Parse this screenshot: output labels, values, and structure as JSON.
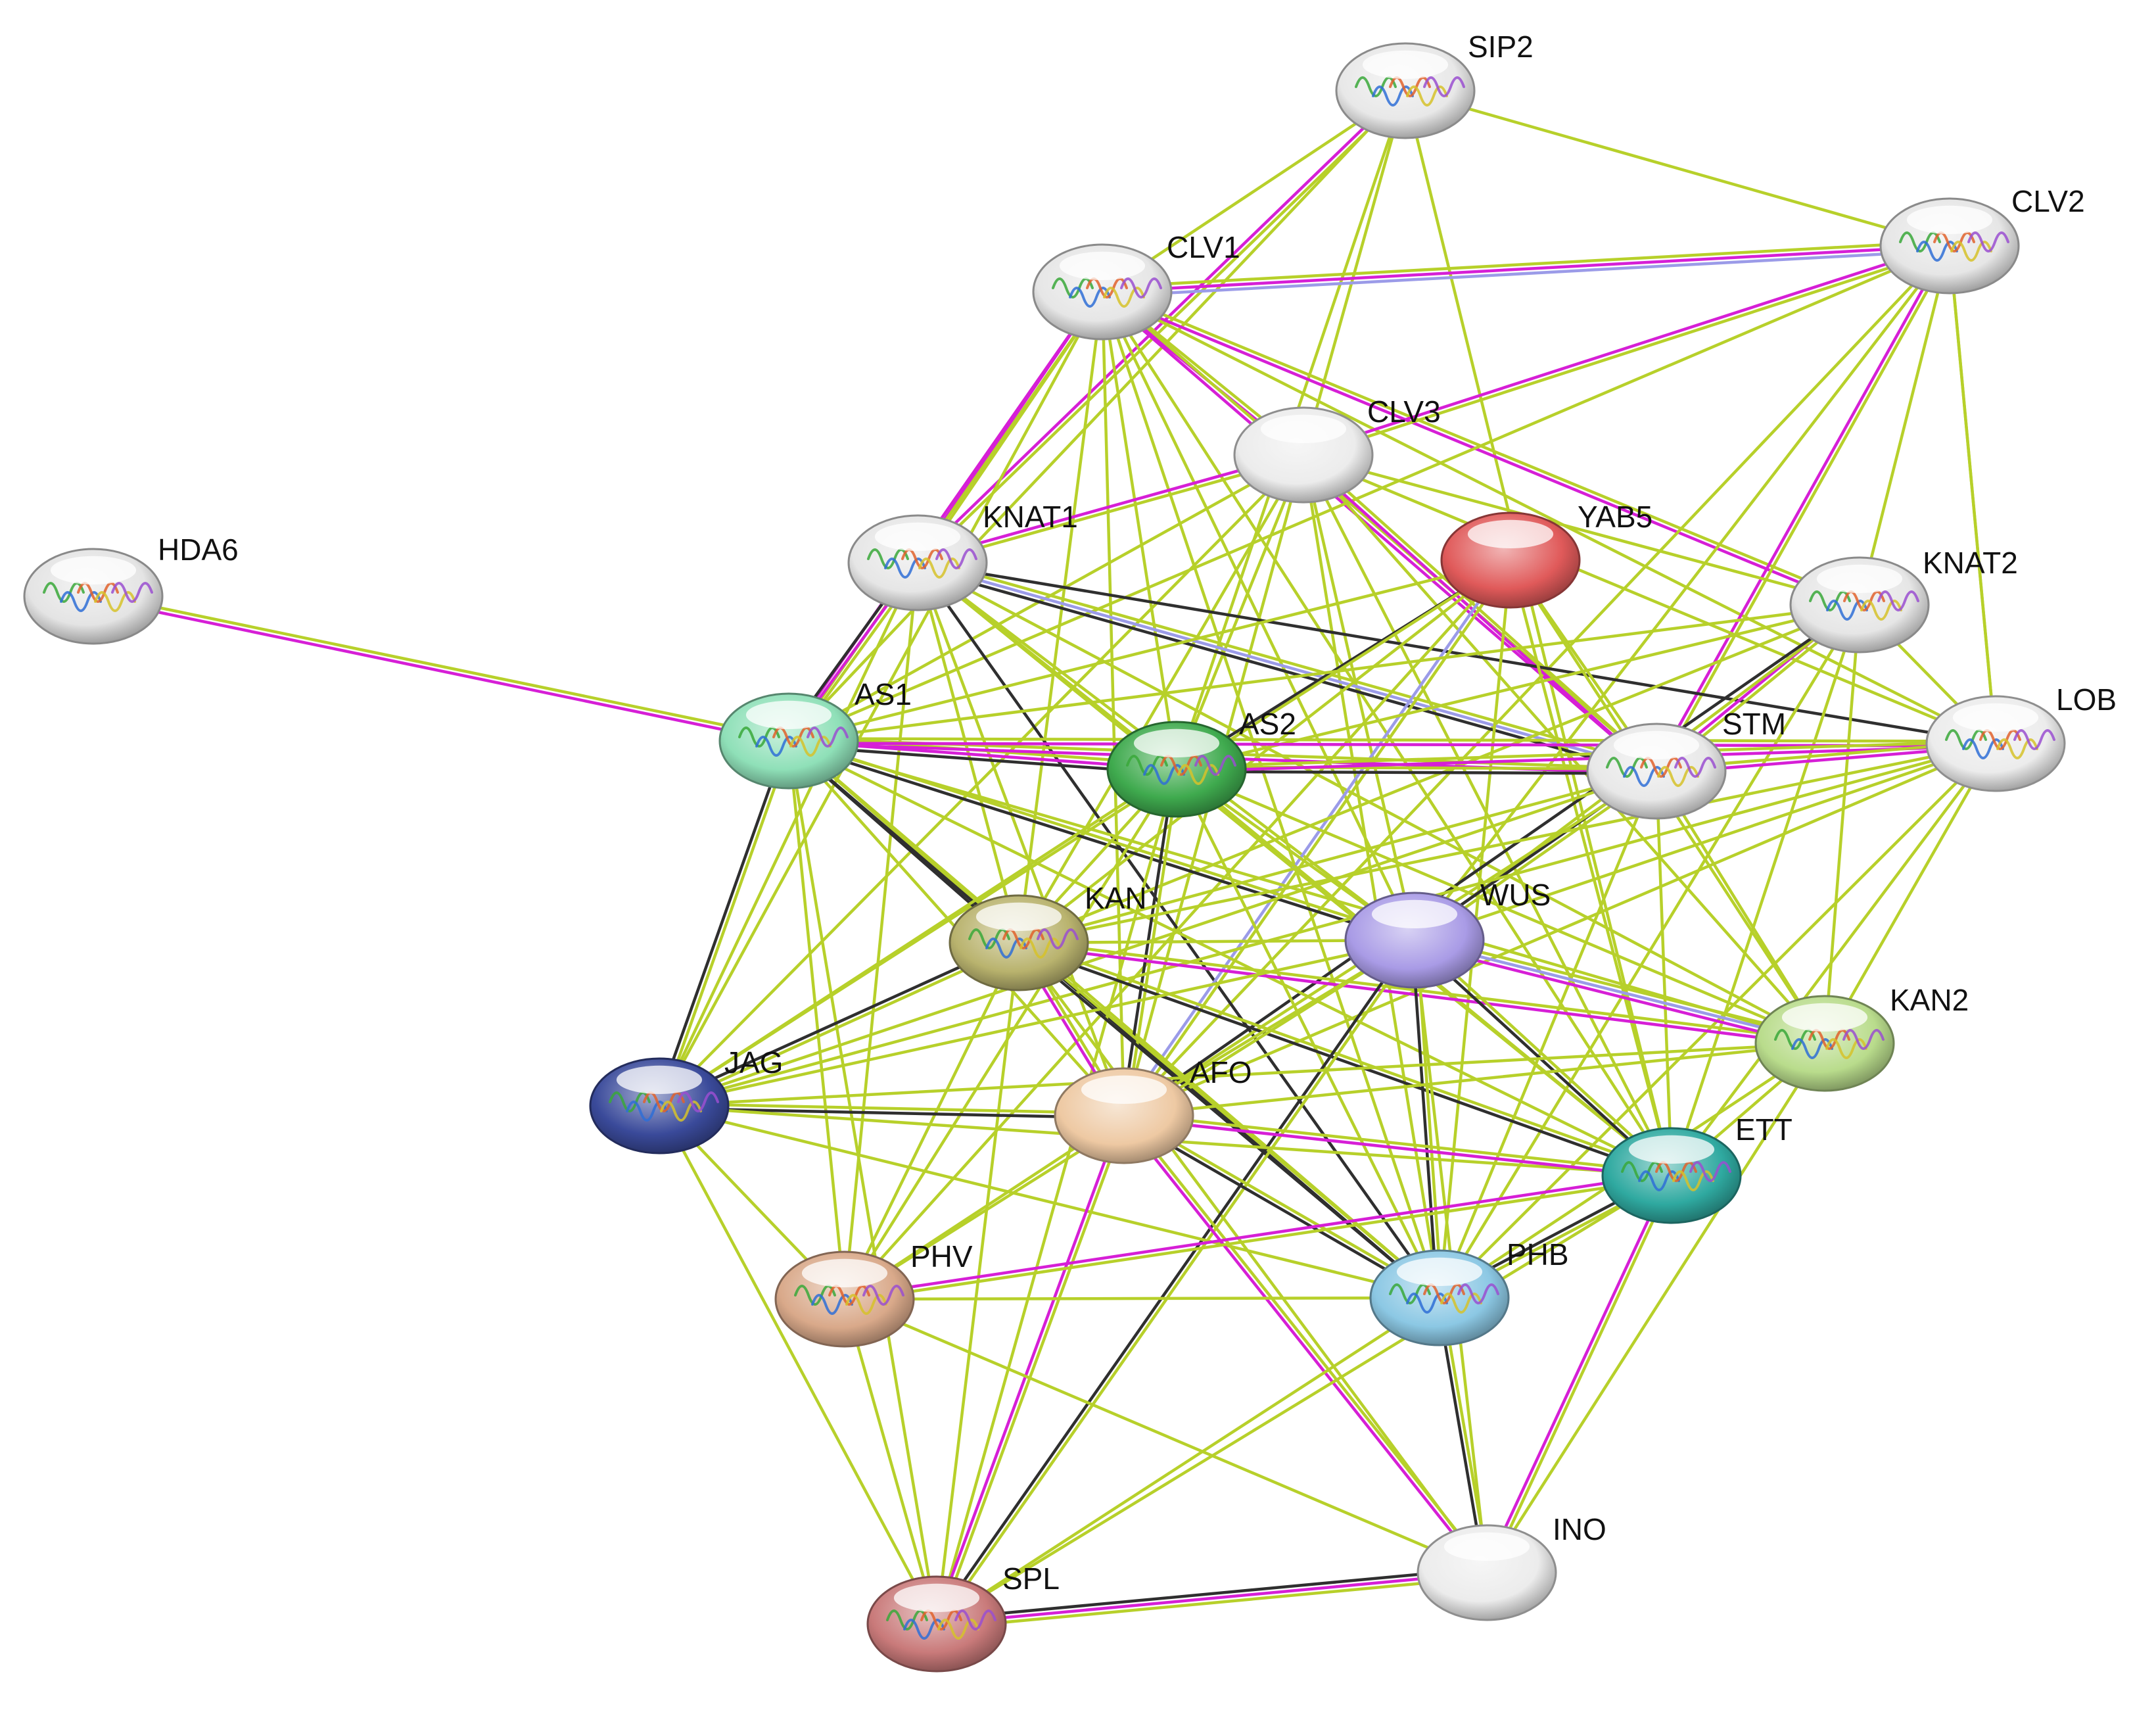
{
  "colors": {
    "textmining": "#b7d02a",
    "coexpression": "#2f2f2f",
    "experimental": "#d61fd6",
    "homology": "#9b9be8"
  },
  "nodes": [
    {
      "id": "SIP2",
      "label": "SIP2",
      "color": "#e8e8e8",
      "icon": "protein-structure-icon"
    },
    {
      "id": "CLV2",
      "label": "CLV2",
      "color": "#e6e6e6",
      "icon": "protein-structure-icon"
    },
    {
      "id": "CLV1",
      "label": "CLV1",
      "color": "#e6e6e6",
      "icon": "protein-structure-icon"
    },
    {
      "id": "CLV3",
      "label": "CLV3",
      "color": "#ececec",
      "icon": "blank-node-icon"
    },
    {
      "id": "YAB5",
      "label": "YAB5",
      "color": "#e05a5a",
      "icon": "blank-node-icon"
    },
    {
      "id": "HDA6",
      "label": "HDA6",
      "color": "#e4e4e4",
      "icon": "protein-structure-icon"
    },
    {
      "id": "KNAT1",
      "label": "KNAT1",
      "color": "#e6e6e6",
      "icon": "protein-structure-icon"
    },
    {
      "id": "KNAT2",
      "label": "KNAT2",
      "color": "#e6e6e6",
      "icon": "protein-structure-icon"
    },
    {
      "id": "AS1",
      "label": "AS1",
      "color": "#8fe0b8",
      "icon": "protein-structure-icon"
    },
    {
      "id": "AS2",
      "label": "AS2",
      "color": "#3faa4e",
      "icon": "protein-structure-icon"
    },
    {
      "id": "STM",
      "label": "STM",
      "color": "#e8e8e8",
      "icon": "protein-structure-icon"
    },
    {
      "id": "LOB",
      "label": "LOB",
      "color": "#ececec",
      "icon": "protein-structure-icon"
    },
    {
      "id": "KAN",
      "label": "KAN",
      "color": "#b9b36e",
      "icon": "protein-structure-icon"
    },
    {
      "id": "WUS",
      "label": "WUS",
      "color": "#a99be6",
      "icon": "blank-node-icon"
    },
    {
      "id": "KAN2",
      "label": "KAN2",
      "color": "#b9dc8c",
      "icon": "protein-structure-icon"
    },
    {
      "id": "JAG",
      "label": "JAG",
      "color": "#3a4a9a",
      "icon": "protein-structure-icon"
    },
    {
      "id": "AFO",
      "label": "AFO",
      "color": "#eec9a3",
      "icon": "blank-node-icon"
    },
    {
      "id": "ETT",
      "label": "ETT",
      "color": "#2fa9a0",
      "icon": "protein-structure-icon"
    },
    {
      "id": "PHV",
      "label": "PHV",
      "color": "#d9a98a",
      "icon": "protein-structure-icon"
    },
    {
      "id": "PHB",
      "label": "PHB",
      "color": "#8cc8e4",
      "icon": "protein-structure-icon"
    },
    {
      "id": "INO",
      "label": "INO",
      "color": "#ececec",
      "icon": "blank-node-icon"
    },
    {
      "id": "SPL",
      "label": "SPL",
      "color": "#c97a7a",
      "icon": "protein-structure-icon"
    }
  ],
  "edges": [
    {
      "from": "SIP2",
      "to": "CLV2",
      "types": [
        "textmining"
      ]
    },
    {
      "from": "SIP2",
      "to": "CLV1",
      "types": [
        "textmining"
      ]
    },
    {
      "from": "SIP2",
      "to": "CLV3",
      "types": [
        "textmining"
      ]
    },
    {
      "from": "SIP2",
      "to": "KNAT1",
      "types": [
        "textmining",
        "experimental"
      ]
    },
    {
      "from": "SIP2",
      "to": "AS1",
      "types": [
        "textmining"
      ]
    },
    {
      "from": "SIP2",
      "to": "AS2",
      "types": [
        "textmining"
      ]
    },
    {
      "from": "SIP2",
      "to": "ETT",
      "types": [
        "textmining"
      ]
    },
    {
      "from": "CLV1",
      "to": "CLV2",
      "types": [
        "textmining",
        "experimental",
        "homology"
      ]
    },
    {
      "from": "CLV1",
      "to": "CLV3",
      "types": [
        "textmining",
        "experimental"
      ]
    },
    {
      "from": "CLV1",
      "to": "KNAT1",
      "types": [
        "textmining",
        "experimental"
      ]
    },
    {
      "from": "CLV1",
      "to": "AS1",
      "types": [
        "textmining",
        "experimental"
      ]
    },
    {
      "from": "CLV1",
      "to": "AS2",
      "types": [
        "textmining"
      ]
    },
    {
      "from": "CLV1",
      "to": "STM",
      "types": [
        "textmining",
        "experimental"
      ]
    },
    {
      "from": "CLV1",
      "to": "KNAT2",
      "types": [
        "textmining",
        "experimental"
      ]
    },
    {
      "from": "CLV1",
      "to": "WUS",
      "types": [
        "textmining"
      ]
    },
    {
      "from": "CLV1",
      "to": "KAN",
      "types": [
        "textmining"
      ]
    },
    {
      "from": "CLV1",
      "to": "AFO",
      "types": [
        "textmining"
      ]
    },
    {
      "from": "CLV1",
      "to": "ETT",
      "types": [
        "textmining"
      ]
    },
    {
      "from": "CLV1",
      "to": "PHB",
      "types": [
        "textmining"
      ]
    },
    {
      "from": "CLV1",
      "to": "JAG",
      "types": [
        "textmining"
      ]
    },
    {
      "from": "CLV1",
      "to": "LOB",
      "types": [
        "textmining"
      ]
    },
    {
      "from": "CLV2",
      "to": "CLV3",
      "types": [
        "textmining",
        "experimental"
      ]
    },
    {
      "from": "CLV2",
      "to": "AS1",
      "types": [
        "textmining"
      ]
    },
    {
      "from": "CLV2",
      "to": "STM",
      "types": [
        "textmining",
        "experimental"
      ]
    },
    {
      "from": "CLV2",
      "to": "LOB",
      "types": [
        "textmining"
      ]
    },
    {
      "from": "CLV2",
      "to": "WUS",
      "types": [
        "textmining"
      ]
    },
    {
      "from": "CLV2",
      "to": "AFO",
      "types": [
        "textmining"
      ]
    },
    {
      "from": "CLV2",
      "to": "KNAT2",
      "types": [
        "textmining"
      ]
    },
    {
      "from": "CLV3",
      "to": "KNAT1",
      "types": [
        "textmining",
        "experimental"
      ]
    },
    {
      "from": "CLV3",
      "to": "STM",
      "types": [
        "textmining",
        "experimental"
      ]
    },
    {
      "from": "CLV3",
      "to": "WUS",
      "types": [
        "textmining"
      ]
    },
    {
      "from": "CLV3",
      "to": "AS2",
      "types": [
        "textmining"
      ]
    },
    {
      "from": "CLV3",
      "to": "AS1",
      "types": [
        "textmining"
      ]
    },
    {
      "from": "CLV3",
      "to": "KAN",
      "types": [
        "textmining"
      ]
    },
    {
      "from": "CLV3",
      "to": "AFO",
      "types": [
        "textmining"
      ]
    },
    {
      "from": "CLV3",
      "to": "ETT",
      "types": [
        "textmining"
      ]
    },
    {
      "from": "CLV3",
      "to": "PHB",
      "types": [
        "textmining"
      ]
    },
    {
      "from": "CLV3",
      "to": "JAG",
      "types": [
        "textmining"
      ]
    },
    {
      "from": "CLV3",
      "to": "KNAT2",
      "types": [
        "textmining"
      ]
    },
    {
      "from": "CLV3",
      "to": "LOB",
      "types": [
        "textmining"
      ]
    },
    {
      "from": "CLV3",
      "to": "KAN2",
      "types": [
        "textmining"
      ]
    },
    {
      "from": "HDA6",
      "to": "AS1",
      "types": [
        "textmining",
        "experimental"
      ]
    },
    {
      "from": "KNAT1",
      "to": "AS1",
      "types": [
        "textmining",
        "experimental",
        "coexpression"
      ]
    },
    {
      "from": "KNAT1",
      "to": "AS2",
      "types": [
        "textmining"
      ]
    },
    {
      "from": "KNAT1",
      "to": "STM",
      "types": [
        "textmining",
        "homology",
        "coexpression"
      ]
    },
    {
      "from": "KNAT1",
      "to": "LOB",
      "types": [
        "coexpression"
      ]
    },
    {
      "from": "KNAT1",
      "to": "KAN",
      "types": [
        "textmining"
      ]
    },
    {
      "from": "KNAT1",
      "to": "WUS",
      "types": [
        "textmining"
      ]
    },
    {
      "from": "KNAT1",
      "to": "JAG",
      "types": [
        "textmining"
      ]
    },
    {
      "from": "KNAT1",
      "to": "AFO",
      "types": [
        "textmining"
      ]
    },
    {
      "from": "KNAT1",
      "to": "ETT",
      "types": [
        "textmining"
      ]
    },
    {
      "from": "KNAT1",
      "to": "PHB",
      "types": [
        "coexpression"
      ]
    },
    {
      "from": "KNAT1",
      "to": "PHV",
      "types": [
        "textmining"
      ]
    },
    {
      "from": "KNAT1",
      "to": "KAN2",
      "types": [
        "textmining"
      ]
    },
    {
      "from": "YAB5",
      "to": "AS1",
      "types": [
        "textmining"
      ]
    },
    {
      "from": "YAB5",
      "to": "AS2",
      "types": [
        "coexpression"
      ]
    },
    {
      "from": "YAB5",
      "to": "KAN",
      "types": [
        "textmining"
      ]
    },
    {
      "from": "YAB5",
      "to": "AFO",
      "types": [
        "textmining",
        "homology"
      ]
    },
    {
      "from": "YAB5",
      "to": "ETT",
      "types": [
        "textmining"
      ]
    },
    {
      "from": "YAB5",
      "to": "PHB",
      "types": [
        "textmining"
      ]
    },
    {
      "from": "YAB5",
      "to": "STM",
      "types": [
        "textmining"
      ]
    },
    {
      "from": "YAB5",
      "to": "JAG",
      "types": [
        "textmining"
      ]
    },
    {
      "from": "YAB5",
      "to": "KAN2",
      "types": [
        "textmining"
      ]
    },
    {
      "from": "YAB5",
      "to": "PHV",
      "types": [
        "textmining"
      ]
    },
    {
      "from": "KNAT2",
      "to": "AS1",
      "types": [
        "textmining"
      ]
    },
    {
      "from": "KNAT2",
      "to": "AS2",
      "types": [
        "textmining"
      ]
    },
    {
      "from": "KNAT2",
      "to": "STM",
      "types": [
        "textmining",
        "experimental"
      ]
    },
    {
      "from": "KNAT2",
      "to": "WUS",
      "types": [
        "textmining"
      ]
    },
    {
      "from": "KNAT2",
      "to": "KAN",
      "types": [
        "textmining"
      ]
    },
    {
      "from": "KNAT2",
      "to": "ETT",
      "types": [
        "textmining"
      ]
    },
    {
      "from": "KNAT2",
      "to": "AFO",
      "types": [
        "coexpression"
      ]
    },
    {
      "from": "KNAT2",
      "to": "LOB",
      "types": [
        "textmining"
      ]
    },
    {
      "from": "KNAT2",
      "to": "KAN2",
      "types": [
        "textmining"
      ]
    },
    {
      "from": "KNAT2",
      "to": "PHB",
      "types": [
        "textmining"
      ]
    },
    {
      "from": "AS1",
      "to": "AS2",
      "types": [
        "textmining",
        "experimental",
        "coexpression"
      ]
    },
    {
      "from": "AS1",
      "to": "STM",
      "types": [
        "textmining",
        "experimental"
      ]
    },
    {
      "from": "AS1",
      "to": "LOB",
      "types": [
        "textmining",
        "experimental"
      ]
    },
    {
      "from": "AS1",
      "to": "KAN",
      "types": [
        "textmining",
        "coexpression"
      ]
    },
    {
      "from": "AS1",
      "to": "WUS",
      "types": [
        "textmining",
        "coexpression"
      ]
    },
    {
      "from": "AS1",
      "to": "JAG",
      "types": [
        "textmining",
        "coexpression"
      ]
    },
    {
      "from": "AS1",
      "to": "AFO",
      "types": [
        "textmining"
      ]
    },
    {
      "from": "AS1",
      "to": "PHV",
      "types": [
        "textmining"
      ]
    },
    {
      "from": "AS1",
      "to": "PHB",
      "types": [
        "textmining",
        "coexpression"
      ]
    },
    {
      "from": "AS1",
      "to": "ETT",
      "types": [
        "textmining"
      ]
    },
    {
      "from": "AS1",
      "to": "KAN2",
      "types": [
        "textmining"
      ]
    },
    {
      "from": "AS1",
      "to": "SPL",
      "types": [
        "textmining"
      ]
    },
    {
      "from": "AS2",
      "to": "STM",
      "types": [
        "textmining",
        "coexpression"
      ]
    },
    {
      "from": "AS2",
      "to": "LOB",
      "types": [
        "textmining",
        "experimental"
      ]
    },
    {
      "from": "AS2",
      "to": "KAN",
      "types": [
        "textmining"
      ]
    },
    {
      "from": "AS2",
      "to": "WUS",
      "types": [
        "textmining"
      ]
    },
    {
      "from": "AS2",
      "to": "JAG",
      "types": [
        "textmining"
      ]
    },
    {
      "from": "AS2",
      "to": "AFO",
      "types": [
        "textmining",
        "coexpression"
      ]
    },
    {
      "from": "AS2",
      "to": "ETT",
      "types": [
        "textmining"
      ]
    },
    {
      "from": "AS2",
      "to": "PHB",
      "types": [
        "textmining"
      ]
    },
    {
      "from": "AS2",
      "to": "PHV",
      "types": [
        "textmining"
      ]
    },
    {
      "from": "AS2",
      "to": "KAN2",
      "types": [
        "textmining"
      ]
    },
    {
      "from": "AS2",
      "to": "SPL",
      "types": [
        "textmining"
      ]
    },
    {
      "from": "STM",
      "to": "LOB",
      "types": [
        "textmining",
        "experimental"
      ]
    },
    {
      "from": "STM",
      "to": "WUS",
      "types": [
        "textmining",
        "coexpression"
      ]
    },
    {
      "from": "STM",
      "to": "KAN",
      "types": [
        "textmining"
      ]
    },
    {
      "from": "STM",
      "to": "JAG",
      "types": [
        "textmining"
      ]
    },
    {
      "from": "STM",
      "to": "AFO",
      "types": [
        "textmining"
      ]
    },
    {
      "from": "STM",
      "to": "ETT",
      "types": [
        "textmining"
      ]
    },
    {
      "from": "STM",
      "to": "PHB",
      "types": [
        "textmining"
      ]
    },
    {
      "from": "STM",
      "to": "KAN2",
      "types": [
        "textmining"
      ]
    },
    {
      "from": "LOB",
      "to": "KAN",
      "types": [
        "textmining"
      ]
    },
    {
      "from": "LOB",
      "to": "WUS",
      "types": [
        "textmining"
      ]
    },
    {
      "from": "LOB",
      "to": "AFO",
      "types": [
        "textmining"
      ]
    },
    {
      "from": "LOB",
      "to": "ETT",
      "types": [
        "textmining"
      ]
    },
    {
      "from": "LOB",
      "to": "KAN2",
      "types": [
        "textmining"
      ]
    },
    {
      "from": "LOB",
      "to": "PHB",
      "types": [
        "textmining"
      ]
    },
    {
      "from": "LOB",
      "to": "JAG",
      "types": [
        "textmining"
      ]
    },
    {
      "from": "LOB",
      "to": "CLV2",
      "types": [
        "textmining"
      ]
    },
    {
      "from": "KAN",
      "to": "WUS",
      "types": [
        "textmining"
      ]
    },
    {
      "from": "KAN",
      "to": "JAG",
      "types": [
        "textmining",
        "coexpression"
      ]
    },
    {
      "from": "KAN",
      "to": "AFO",
      "types": [
        "textmining",
        "experimental"
      ]
    },
    {
      "from": "KAN",
      "to": "ETT",
      "types": [
        "textmining",
        "coexpression"
      ]
    },
    {
      "from": "KAN",
      "to": "PHB",
      "types": [
        "textmining",
        "coexpression"
      ]
    },
    {
      "from": "KAN",
      "to": "PHV",
      "types": [
        "textmining"
      ]
    },
    {
      "from": "KAN",
      "to": "KAN2",
      "types": [
        "textmining",
        "experimental"
      ]
    },
    {
      "from": "KAN",
      "to": "SPL",
      "types": [
        "textmining"
      ]
    },
    {
      "from": "KAN",
      "to": "INO",
      "types": [
        "textmining"
      ]
    },
    {
      "from": "WUS",
      "to": "JAG",
      "types": [
        "textmining"
      ]
    },
    {
      "from": "WUS",
      "to": "AFO",
      "types": [
        "textmining"
      ]
    },
    {
      "from": "WUS",
      "to": "KAN2",
      "types": [
        "textmining",
        "homology",
        "experimental"
      ]
    },
    {
      "from": "WUS",
      "to": "ETT",
      "types": [
        "textmining",
        "coexpression"
      ]
    },
    {
      "from": "WUS",
      "to": "PHB",
      "types": [
        "textmining",
        "coexpression"
      ]
    },
    {
      "from": "WUS",
      "to": "PHV",
      "types": [
        "textmining"
      ]
    },
    {
      "from": "WUS",
      "to": "SPL",
      "types": [
        "textmining",
        "coexpression"
      ]
    },
    {
      "from": "WUS",
      "to": "INO",
      "types": [
        "textmining"
      ]
    },
    {
      "from": "KAN2",
      "to": "ETT",
      "types": [
        "textmining"
      ]
    },
    {
      "from": "KAN2",
      "to": "AFO",
      "types": [
        "textmining"
      ]
    },
    {
      "from": "KAN2",
      "to": "JAG",
      "types": [
        "textmining"
      ]
    },
    {
      "from": "KAN2",
      "to": "PHB",
      "types": [
        "textmining"
      ]
    },
    {
      "from": "KAN2",
      "to": "INO",
      "types": [
        "textmining"
      ]
    },
    {
      "from": "JAG",
      "to": "AFO",
      "types": [
        "textmining",
        "coexpression"
      ]
    },
    {
      "from": "JAG",
      "to": "ETT",
      "types": [
        "textmining"
      ]
    },
    {
      "from": "JAG",
      "to": "PHB",
      "types": [
        "textmining"
      ]
    },
    {
      "from": "JAG",
      "to": "PHV",
      "types": [
        "textmining"
      ]
    },
    {
      "from": "JAG",
      "to": "SPL",
      "types": [
        "textmining"
      ]
    },
    {
      "from": "AFO",
      "to": "ETT",
      "types": [
        "textmining",
        "experimental"
      ]
    },
    {
      "from": "AFO",
      "to": "PHB",
      "types": [
        "textmining",
        "coexpression"
      ]
    },
    {
      "from": "AFO",
      "to": "PHV",
      "types": [
        "textmining"
      ]
    },
    {
      "from": "AFO",
      "to": "SPL",
      "types": [
        "textmining",
        "experimental"
      ]
    },
    {
      "from": "AFO",
      "to": "INO",
      "types": [
        "textmining",
        "experimental"
      ]
    },
    {
      "from": "ETT",
      "to": "PHB",
      "types": [
        "textmining",
        "coexpression"
      ]
    },
    {
      "from": "ETT",
      "to": "PHV",
      "types": [
        "textmining",
        "experimental"
      ]
    },
    {
      "from": "ETT",
      "to": "INO",
      "types": [
        "textmining",
        "experimental"
      ]
    },
    {
      "from": "ETT",
      "to": "SPL",
      "types": [
        "textmining"
      ]
    },
    {
      "from": "PHB",
      "to": "PHV",
      "types": [
        "textmining"
      ]
    },
    {
      "from": "PHB",
      "to": "INO",
      "types": [
        "textmining",
        "coexpression"
      ]
    },
    {
      "from": "PHB",
      "to": "SPL",
      "types": [
        "textmining"
      ]
    },
    {
      "from": "PHV",
      "to": "INO",
      "types": [
        "textmining"
      ]
    },
    {
      "from": "PHV",
      "to": "SPL",
      "types": [
        "textmining"
      ]
    },
    {
      "from": "INO",
      "to": "SPL",
      "types": [
        "textmining",
        "experimental",
        "coexpression"
      ]
    }
  ]
}
